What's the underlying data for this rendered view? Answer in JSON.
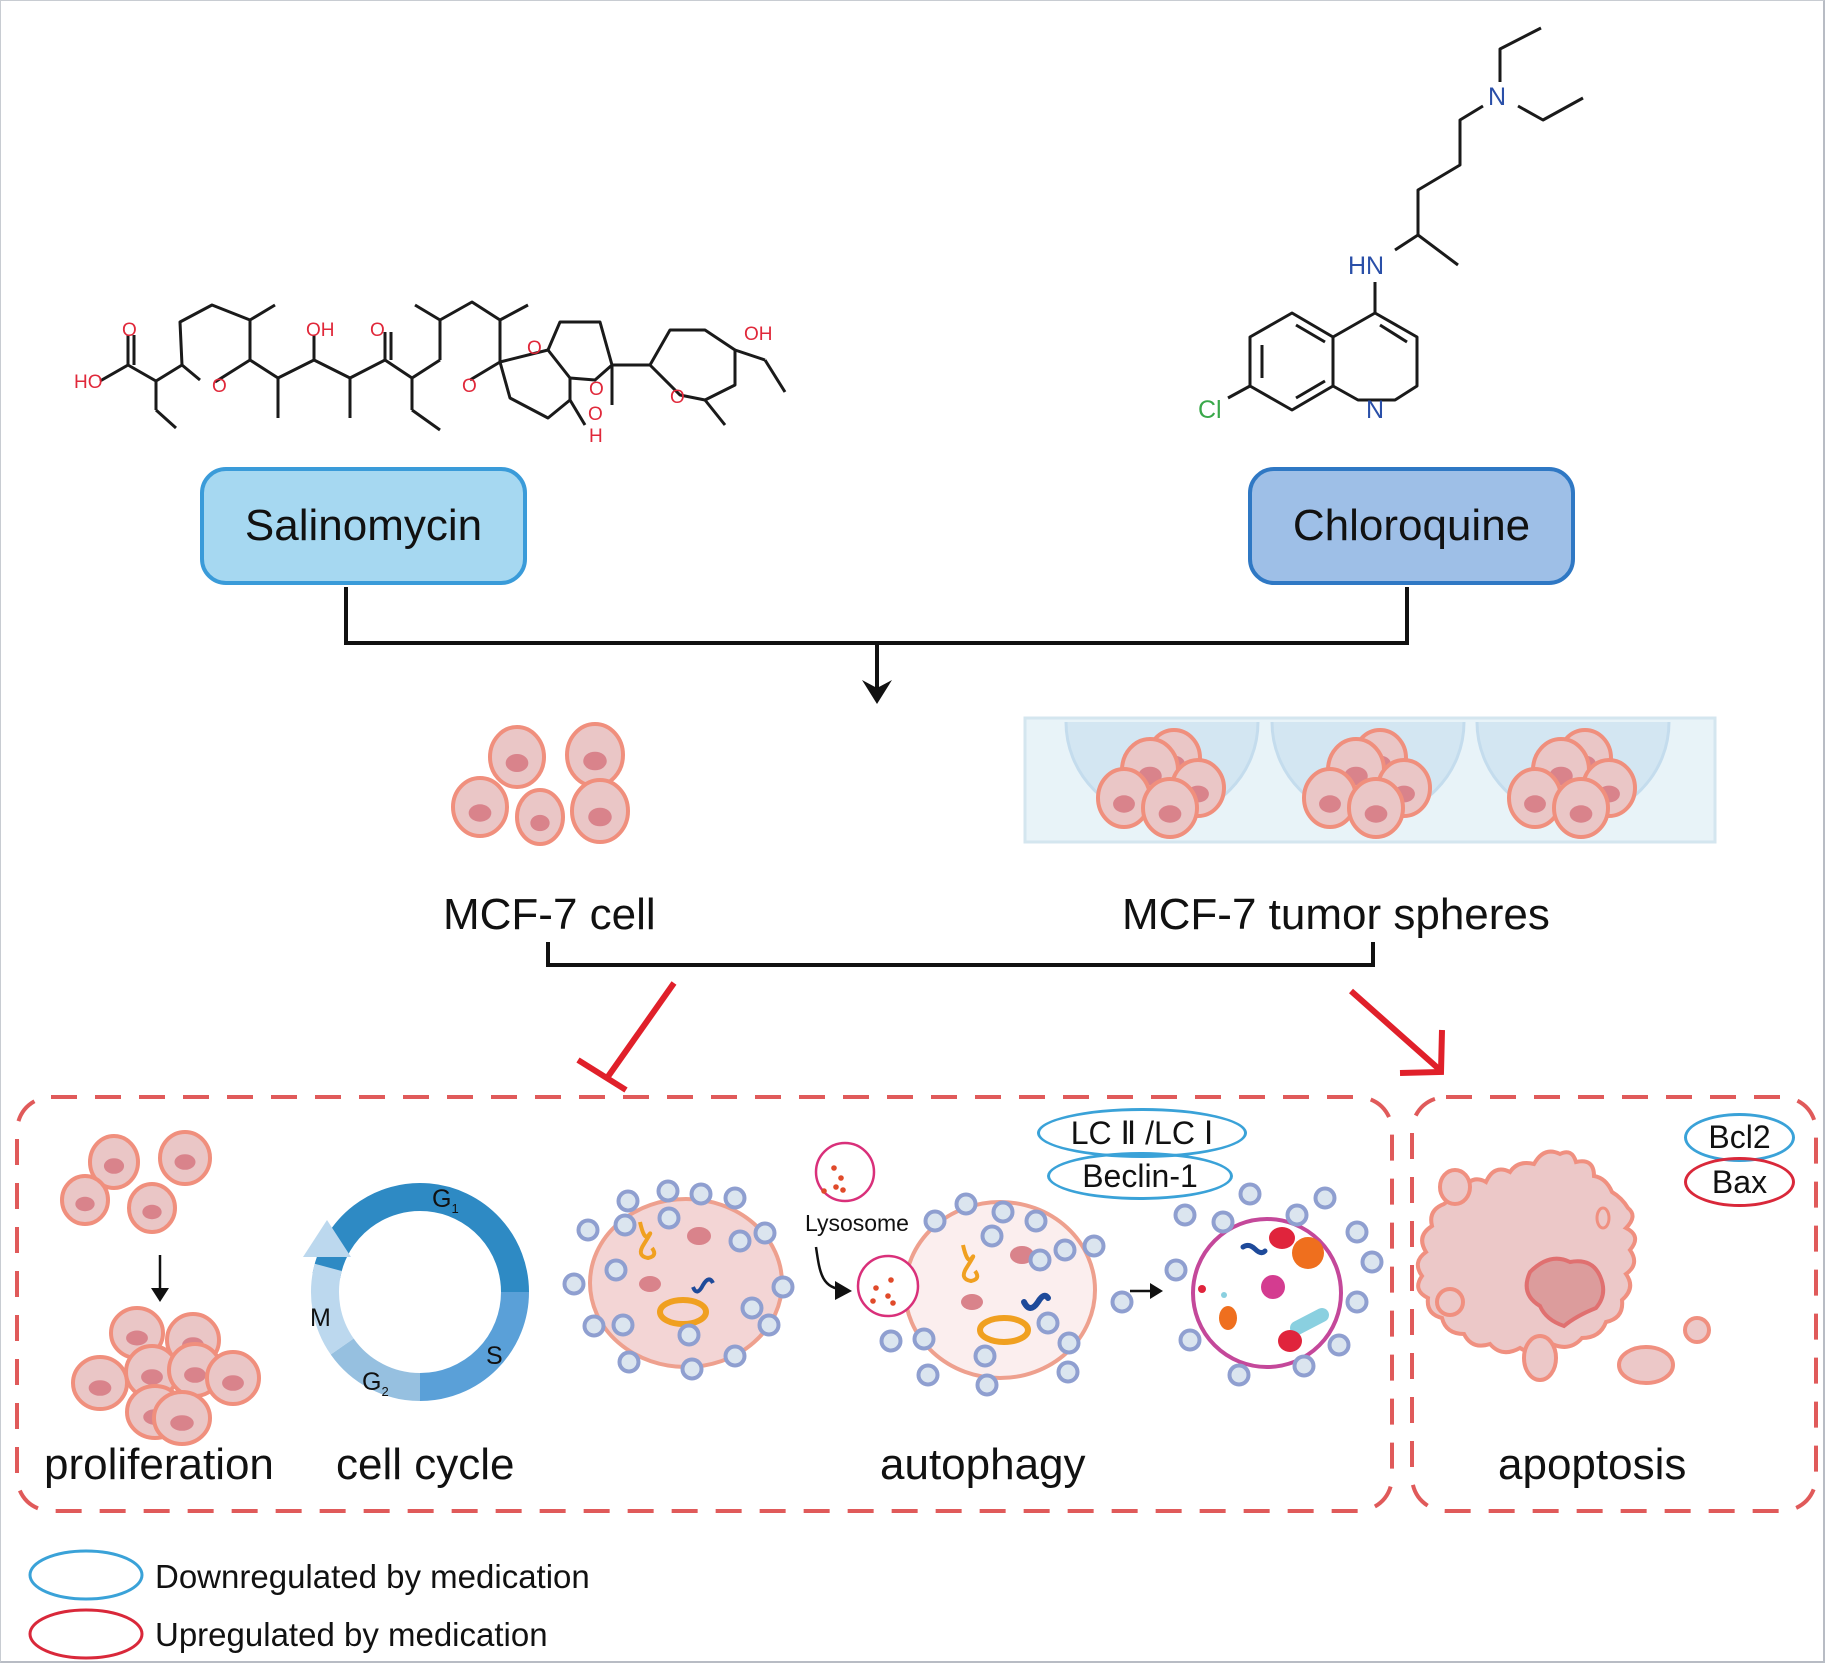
{
  "drugs": {
    "salinomycin": {
      "label": "Salinomycin",
      "fill": "#a6d8f1",
      "border": "#3a9bd9",
      "structure_atoms": [
        "O",
        "HO",
        "O",
        "OH",
        "O",
        "O",
        "O",
        "O",
        "O",
        "OH",
        "OH",
        "H"
      ]
    },
    "chloroquine": {
      "label": "Chloroquine",
      "fill": "#9ebfe7",
      "border": "#2f78c4",
      "structure_atoms": [
        "N",
        "HN",
        "Cl",
        "N"
      ]
    }
  },
  "models": {
    "cell_label": "MCF-7 cell",
    "spheres_label": "MCF-7 tumor spheres"
  },
  "effects": {
    "inhibited": {
      "proliferation_label": "proliferation",
      "cell_cycle_label": "cell cycle",
      "cell_cycle_phases": [
        "G",
        "S",
        "G",
        "M"
      ],
      "cell_cycle_phase_subscripts": [
        "1",
        "",
        "2",
        ""
      ],
      "autophagy_label": "autophagy",
      "lysosome_label": "Lysosome",
      "markers": [
        {
          "label": "LC Ⅱ /LC Ⅰ",
          "regulation": "down"
        },
        {
          "label": "Beclin-1",
          "regulation": "down"
        }
      ]
    },
    "promoted": {
      "apoptosis_label": "apoptosis",
      "markers": [
        {
          "label": "Bcl2",
          "regulation": "down"
        },
        {
          "label": "Bax",
          "regulation": "up"
        }
      ]
    }
  },
  "legend": {
    "items": [
      {
        "label": "Downregulated by medication",
        "color": "#3aa2d8"
      },
      {
        "label": "Upregulated by medication",
        "color": "#d9283a"
      }
    ]
  },
  "colors": {
    "dashed_box": "#e05a5a",
    "red_arrow": "#e0202a",
    "cell_fill": "#eac6c6",
    "cell_border": "#f08f7d",
    "nucleus": "#d9838b",
    "vesicle_fill": "#dbe5ef",
    "vesicle_border": "#8f9fd0",
    "lysosome": "#d9307a",
    "autolysosome": "#c4489a",
    "atom_red": "#e0283a",
    "atom_blue": "#2a4fa8",
    "atom_green": "#3aa84a"
  }
}
